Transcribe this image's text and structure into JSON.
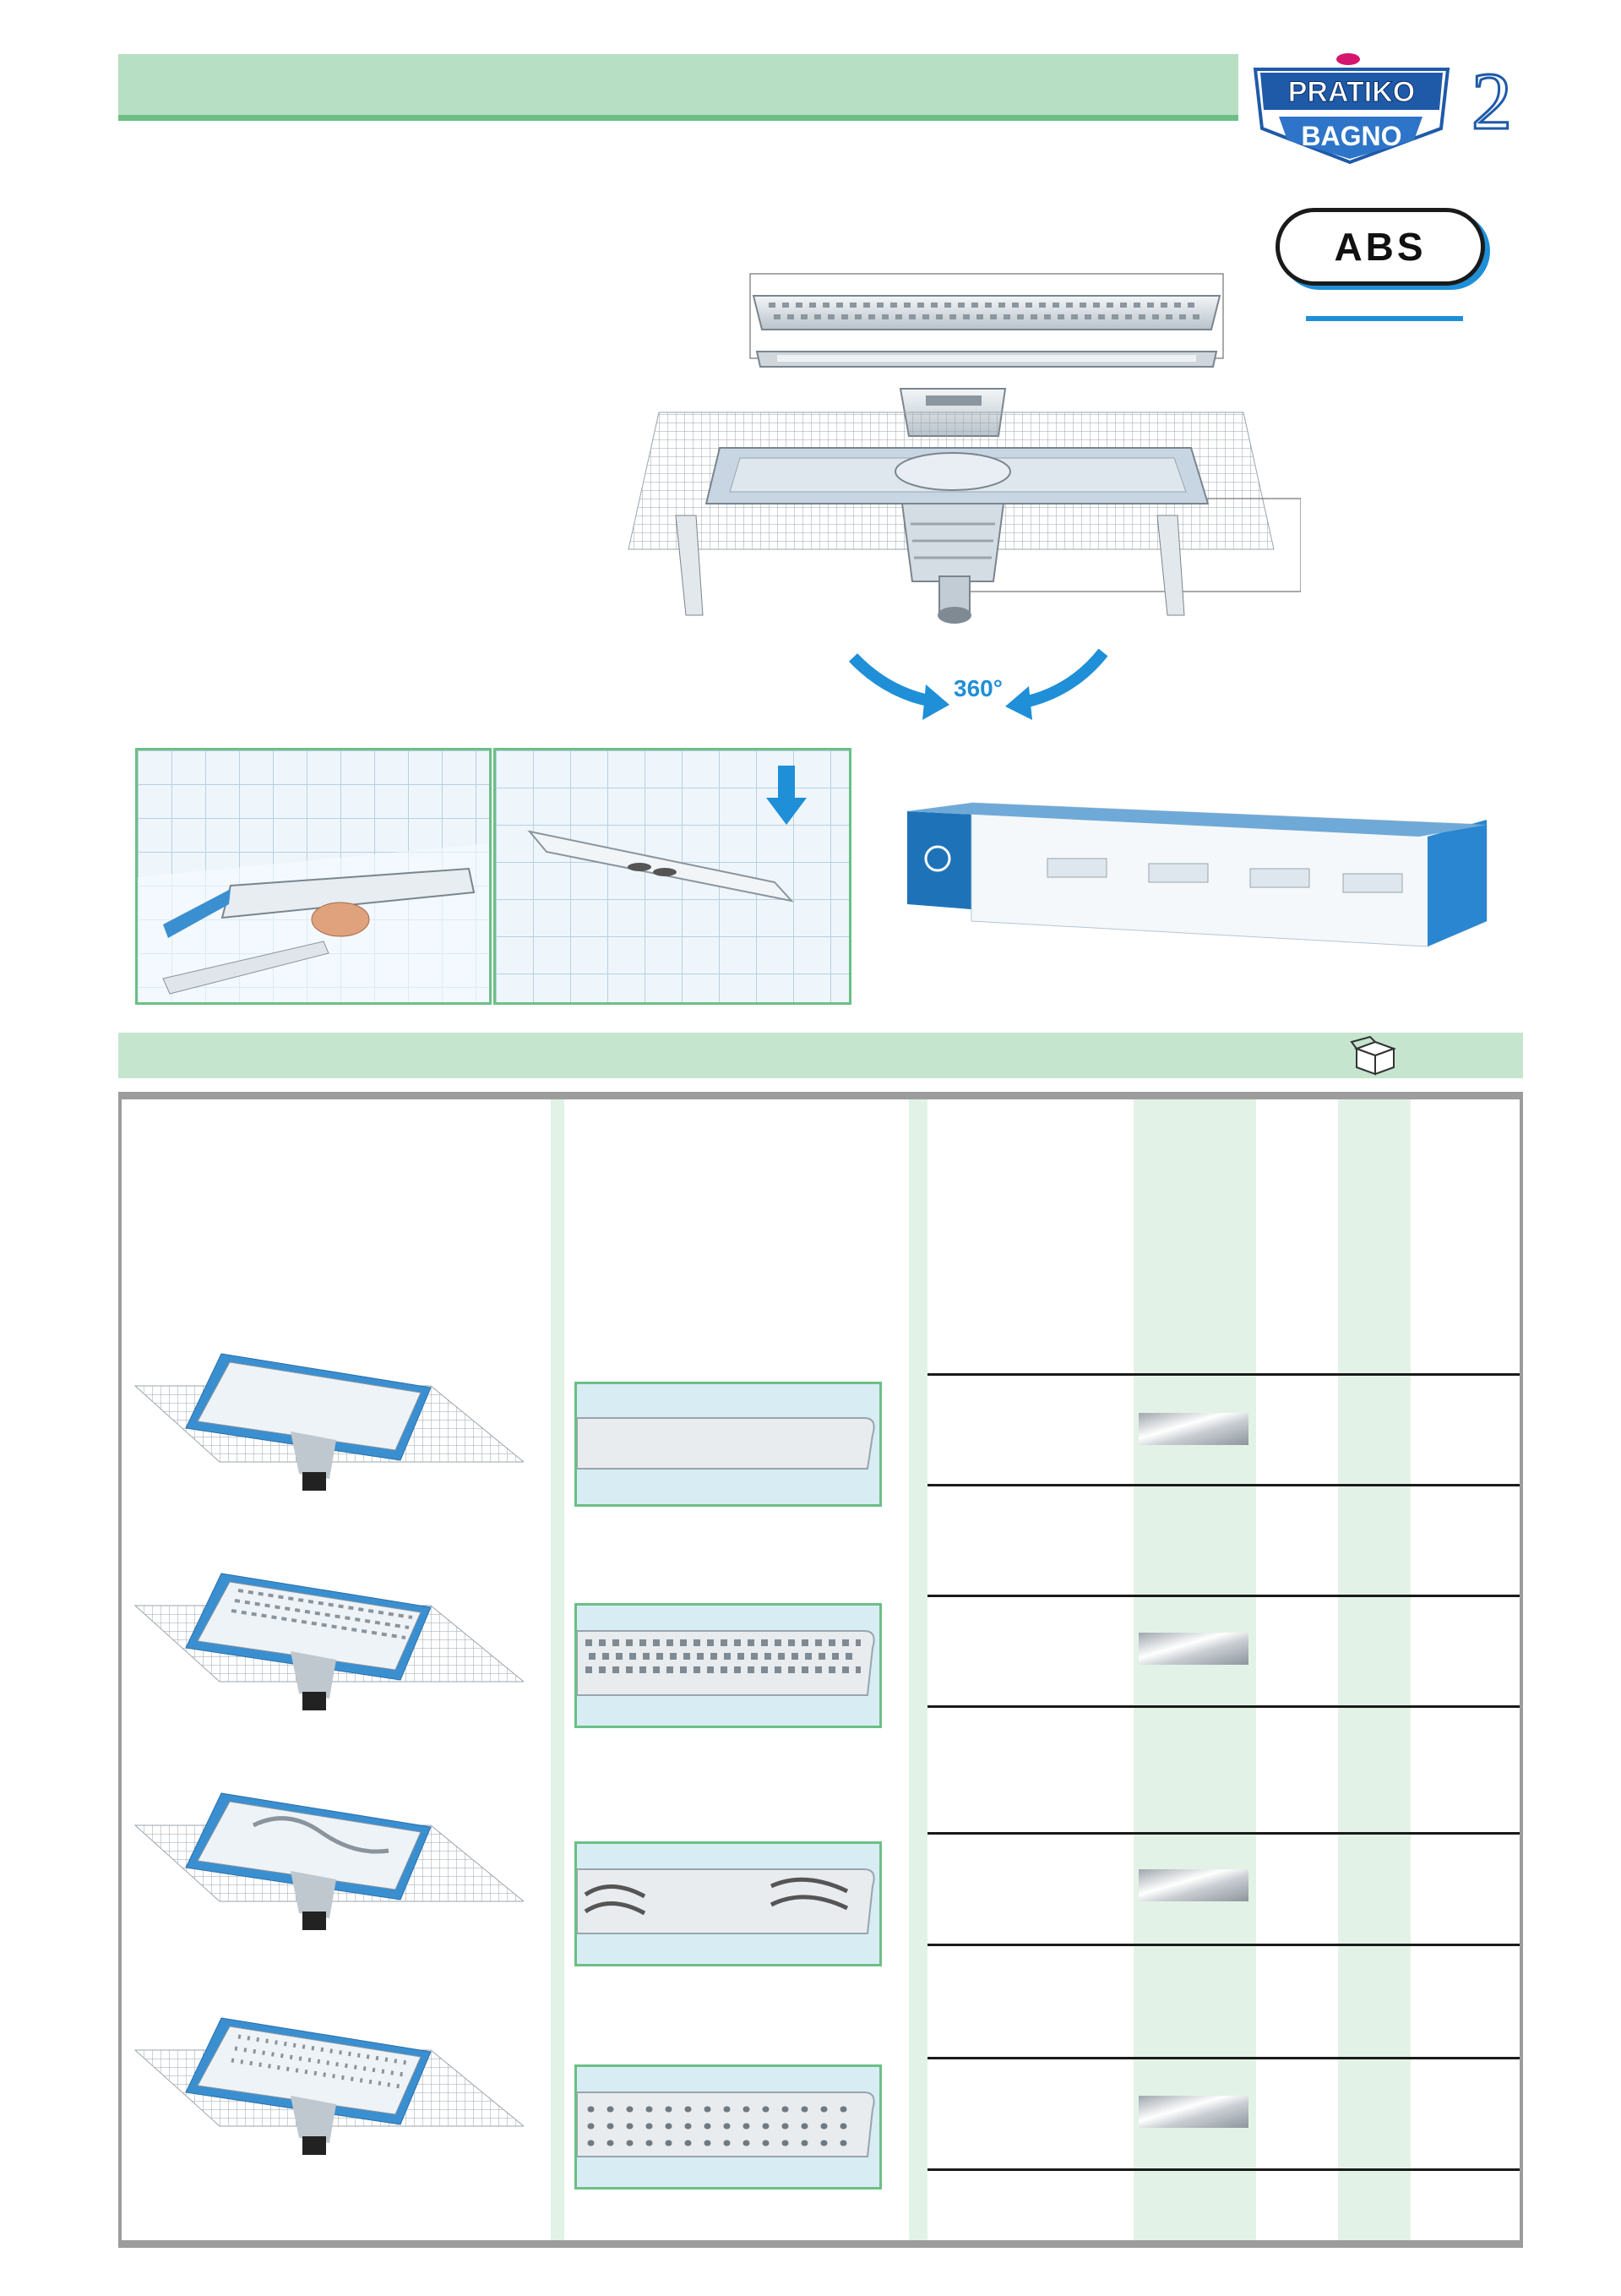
{
  "brand": {
    "logo_top": "PRATIKO",
    "logo_bottom": "BAGNO",
    "logo_number": "2"
  },
  "material_badge": "ABS",
  "rotation_label": "360°",
  "colors": {
    "header_bar": "#b7dfc3",
    "header_bar_border": "#6cbf86",
    "accent_blue": "#1f8fd7",
    "table_column_green": "#e3f2e7",
    "frame_grey": "#9c9c9c"
  },
  "icons": {
    "package": "package-box-icon",
    "rotation": "rotation-arrows-icon"
  },
  "products": [
    {
      "grate": "plain"
    },
    {
      "grate": "square-holes"
    },
    {
      "grate": "wave"
    },
    {
      "grate": "round-holes"
    }
  ]
}
